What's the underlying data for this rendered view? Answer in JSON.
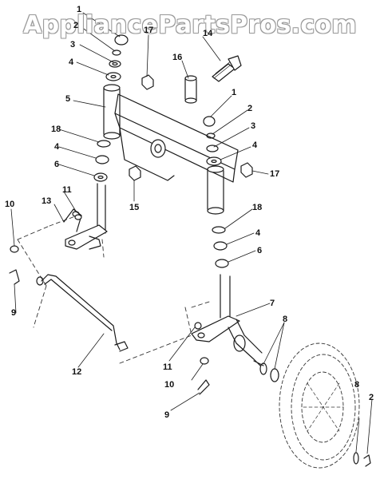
{
  "watermark": "AppliancePartsPros.com",
  "callouts": [
    {
      "id": "c01",
      "text": "1"
    },
    {
      "id": "c02",
      "text": "2"
    },
    {
      "id": "c03",
      "text": "3"
    },
    {
      "id": "c04",
      "text": "4"
    },
    {
      "id": "c05",
      "text": "17"
    },
    {
      "id": "c06",
      "text": "14"
    },
    {
      "id": "c07",
      "text": "16"
    },
    {
      "id": "c08",
      "text": "5"
    },
    {
      "id": "c09",
      "text": "1"
    },
    {
      "id": "c10",
      "text": "2"
    },
    {
      "id": "c11",
      "text": "3"
    },
    {
      "id": "c12",
      "text": "4"
    },
    {
      "id": "c13",
      "text": "18"
    },
    {
      "id": "c14",
      "text": "4"
    },
    {
      "id": "c15",
      "text": "6"
    },
    {
      "id": "c16",
      "text": "17"
    },
    {
      "id": "c17",
      "text": "15"
    },
    {
      "id": "c18",
      "text": "11"
    },
    {
      "id": "c19",
      "text": "13"
    },
    {
      "id": "c20",
      "text": "10"
    },
    {
      "id": "c21",
      "text": "18"
    },
    {
      "id": "c22",
      "text": "4"
    },
    {
      "id": "c23",
      "text": "6"
    },
    {
      "id": "c24",
      "text": "9"
    },
    {
      "id": "c25",
      "text": "7"
    },
    {
      "id": "c26",
      "text": "8"
    },
    {
      "id": "c27",
      "text": "12"
    },
    {
      "id": "c28",
      "text": "11"
    },
    {
      "id": "c29",
      "text": "10"
    },
    {
      "id": "c30",
      "text": "9"
    },
    {
      "id": "c31",
      "text": "8"
    },
    {
      "id": "c32",
      "text": "2"
    }
  ]
}
